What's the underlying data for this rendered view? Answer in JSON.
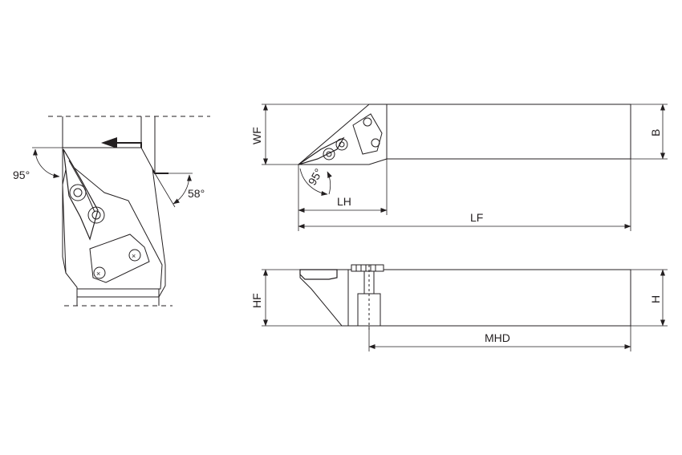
{
  "labels": {
    "angle_95_left": "95°",
    "angle_58": "58°",
    "wf": "WF",
    "b": "B",
    "angle_95_top": "95°",
    "lh": "LH",
    "lf": "LF",
    "hf": "HF",
    "h": "H",
    "mhd": "MHD"
  }
}
